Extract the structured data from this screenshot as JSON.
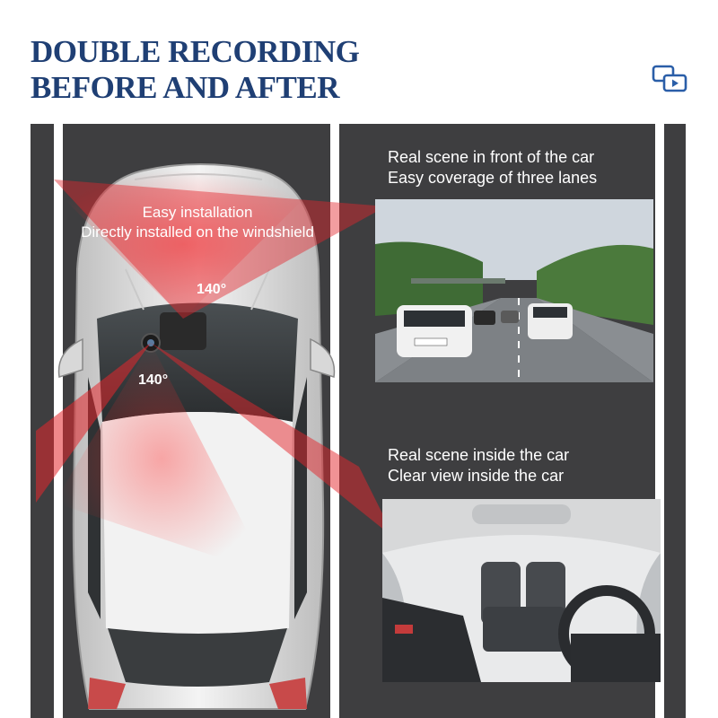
{
  "header": {
    "title_line1": "DOUBLE RECORDING",
    "title_line2": "BEFORE AND AFTER",
    "icon": "dual-camera-playback-icon"
  },
  "car_overlay": {
    "caption_line1": "Easy installation",
    "caption_line2": "Directly installed on the windshield",
    "front_angle": "140°",
    "rear_angle": "140°",
    "beam_color": "#e3262c"
  },
  "front_panel": {
    "caption_line1": "Real scene in front of the car",
    "caption_line2": "Easy coverage of three lanes"
  },
  "inside_panel": {
    "caption_line1": "Real scene inside the car",
    "caption_line2": "Clear view inside the car"
  },
  "colors": {
    "title": "#1f3f74",
    "road": "#3e3e40",
    "lane_line": "#ffffff"
  }
}
